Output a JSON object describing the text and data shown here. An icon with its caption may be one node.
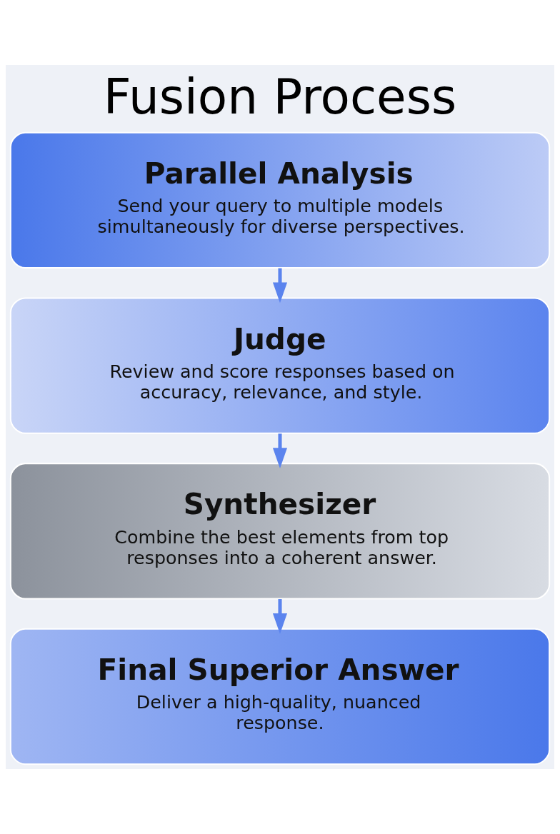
{
  "diagram": {
    "title": "Fusion Process",
    "nodes": [
      {
        "text": [
          "Parallel Analysis",
          "Send your query to multiple models simultaneously for diverse perspectives."
        ]
      },
      {
        "text": [
          "Judge",
          "Review and score responses based on accuracy, relevance, and style."
        ]
      },
      {
        "text": [
          "Synthesizer",
          "Combine the best elements from top responses into a coherent answer."
        ]
      },
      {
        "text": [
          "Final Superior Answer",
          "Deliver a high-quality, nuanced response."
        ]
      }
    ],
    "edges": [
      {
        "from": 0,
        "to": 1,
        "arrow": "to"
      },
      {
        "from": 1,
        "to": 2,
        "arrow": "to"
      },
      {
        "from": 2,
        "to": 3,
        "arrow": "to"
      }
    ]
  }
}
